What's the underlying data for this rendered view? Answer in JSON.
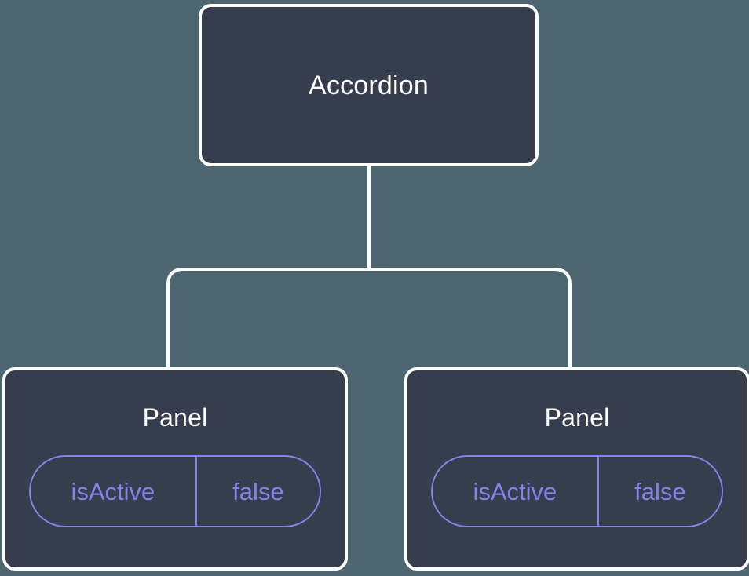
{
  "theme": {
    "background": "#4d6670",
    "node_fill": "#363d4c",
    "node_border": "#ffffff",
    "edge_color": "#ffffff",
    "title_color": "#ffffff",
    "pill_color": "#8284ea"
  },
  "diagram": {
    "type": "component-tree",
    "root": {
      "title": "Accordion"
    },
    "children": [
      {
        "title": "Panel",
        "state": {
          "key": "isActive",
          "value": "false"
        }
      },
      {
        "title": "Panel",
        "state": {
          "key": "isActive",
          "value": "false"
        }
      }
    ]
  }
}
